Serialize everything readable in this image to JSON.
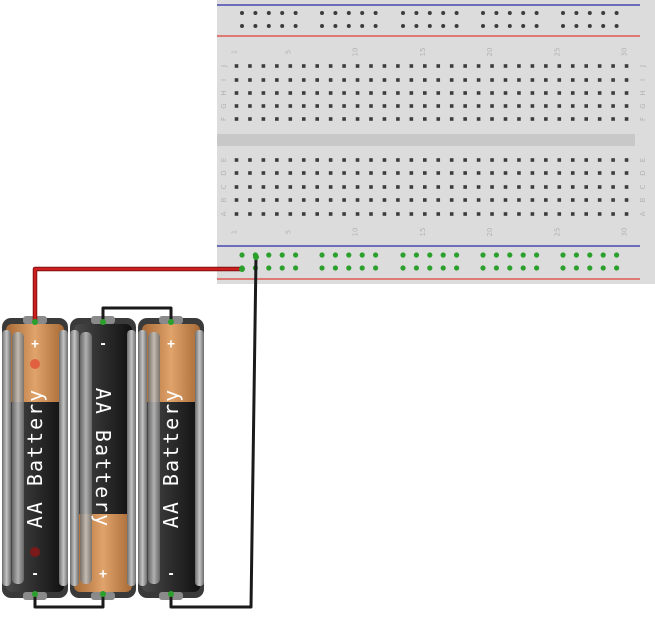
{
  "breadboard": {
    "column_numbers": [
      "1",
      "5",
      "10",
      "15",
      "20",
      "25",
      "30"
    ],
    "row_letters_top": [
      "J",
      "I",
      "H",
      "G",
      "F"
    ],
    "row_letters_bottom": [
      "E",
      "D",
      "C",
      "B",
      "A"
    ]
  },
  "batteries": [
    {
      "label": "AA Battery",
      "plus": "+",
      "minus": "-",
      "orientation": "plus-top"
    },
    {
      "label": "AA Battery",
      "plus": "+",
      "minus": "-",
      "orientation": "minus-top"
    },
    {
      "label": "AA Battery",
      "plus": "+",
      "minus": "-",
      "orientation": "plus-top"
    }
  ],
  "colors": {
    "board": "#dcdcdc",
    "hole": "#3c3c3c",
    "hole_active": "#2ca02c",
    "rail_red": "#e0403a",
    "rail_blue": "#2a2aa8",
    "wire_red": "#cc1f1f",
    "wire_black": "#1a1a1a",
    "battery_copper": "#c8864a",
    "battery_black": "#262626",
    "battery_gray": "#9a9a9a"
  }
}
